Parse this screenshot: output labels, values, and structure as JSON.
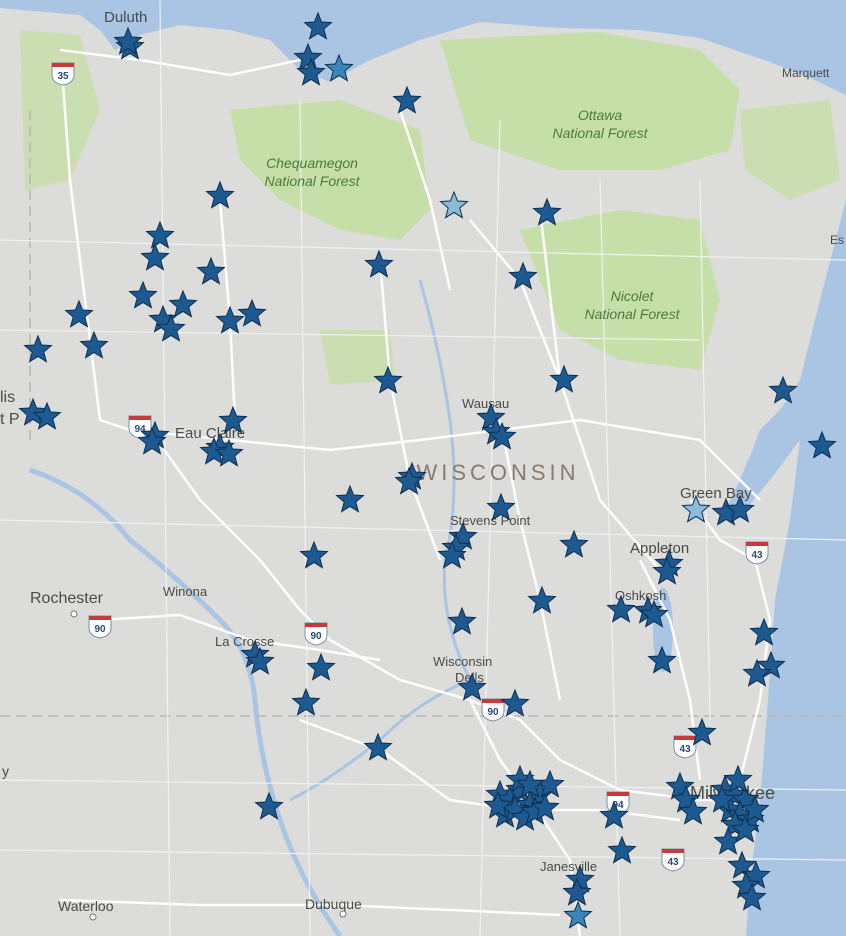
{
  "map": {
    "state_label": "WISCONSIN",
    "forests": [
      {
        "line1": "Chequamegon",
        "line2": "National Forest"
      },
      {
        "line1": "Ottawa",
        "line2": "National Forest"
      },
      {
        "line1": "Nicolet",
        "line2": "National Forest"
      }
    ],
    "cities": {
      "duluth": "Duluth",
      "marquette": "Marquett",
      "wausau": "Wausau",
      "eau_claire": "Eau Claire",
      "green_bay": "Green Bay",
      "stevens_point": "Stevens Point",
      "appleton": "Appleton",
      "rochester": "Rochester",
      "winona": "Winona",
      "oshkosh": "Oshkosh",
      "la_crosse": "La Crosse",
      "wisconsin_dells_1": "Wisconsin",
      "wisconsin_dells_2": "Dells",
      "milwaukee": "Milwaukee",
      "janesville": "Janesville",
      "waterloo": "Waterloo",
      "dubuque": "Dubuque",
      "minneapolis_fragment_1": "lis",
      "minneapolis_fragment_2": "t P",
      "left_edge_fragment": "y",
      "right_edge_fragment": "Es"
    },
    "highways": {
      "i35": "35",
      "i94": "94",
      "i90_a": "90",
      "i90_b": "90",
      "i90_c": "90",
      "i43_a": "43",
      "i43_b": "43",
      "i43_c": "43",
      "i94_b": "94"
    },
    "colors": {
      "land": "#dcdcda",
      "water": "#a9c5e3",
      "forest": "#c6dfa8",
      "road": "#ffffff",
      "marker": "#1d5a91",
      "marker_highlight": "#8bbbd9",
      "marker_mid": "#3a86b9",
      "label": "#4a4a4a",
      "forest_label": "#4d7a3c"
    },
    "icons": {
      "marker": "star-icon",
      "shield": "interstate-shield-icon",
      "city": "city-dot-icon"
    }
  }
}
